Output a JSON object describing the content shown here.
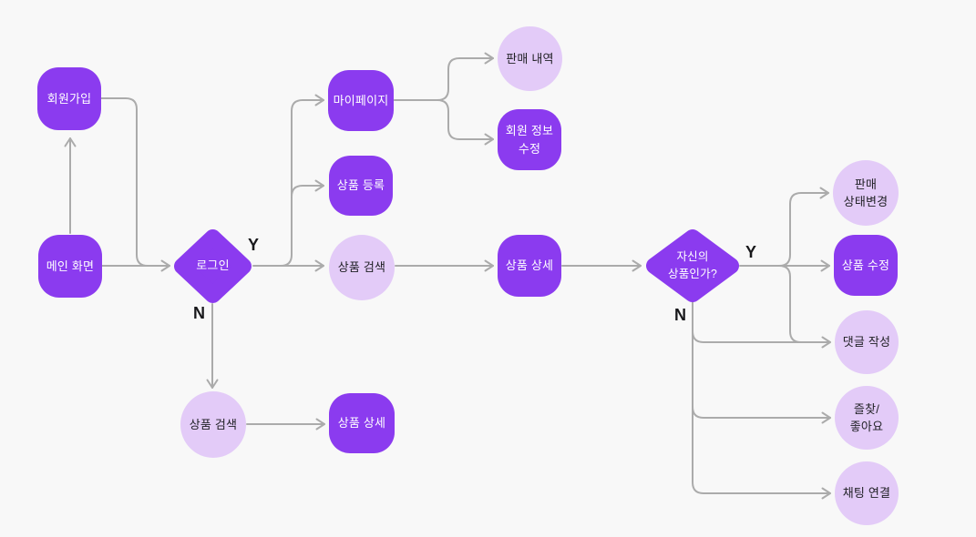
{
  "diagram": {
    "type": "flowchart",
    "language": "ko",
    "colors": {
      "background": "#F8F8F8",
      "node_purple": "#8B3BEF",
      "node_lavender": "#E3CBF8",
      "connector_gray": "#ABABAB",
      "text_on_purple": "#FFFFFF",
      "text_dark": "#212126"
    },
    "nodes": [
      {
        "id": "signup",
        "label": "회원가입",
        "shape": "rounded-square",
        "fill": "purple"
      },
      {
        "id": "main-screen",
        "label": "메인 화면",
        "shape": "rounded-square",
        "fill": "purple"
      },
      {
        "id": "login",
        "label": "로그인",
        "shape": "diamond",
        "fill": "purple"
      },
      {
        "id": "mypage",
        "label": "마이페이지",
        "shape": "rounded-square",
        "fill": "purple"
      },
      {
        "id": "product-register",
        "label": "상품 등록",
        "shape": "rounded-square",
        "fill": "purple"
      },
      {
        "id": "product-search-y",
        "label": "상품 검색",
        "shape": "circle",
        "fill": "lavender"
      },
      {
        "id": "sales-history",
        "label": "판매 내역",
        "shape": "circle",
        "fill": "lavender"
      },
      {
        "id": "member-info-edit",
        "label": "회원 정보\n수정",
        "shape": "rounded-square",
        "fill": "purple"
      },
      {
        "id": "product-detail",
        "label": "상품 상세",
        "shape": "rounded-square",
        "fill": "purple"
      },
      {
        "id": "own-product-question",
        "label": "자신의\n상품인가?",
        "shape": "diamond",
        "fill": "purple"
      },
      {
        "id": "sale-status-change",
        "label": "판매\n상태변경",
        "shape": "circle",
        "fill": "lavender"
      },
      {
        "id": "product-edit",
        "label": "상품 수정",
        "shape": "rounded-square",
        "fill": "purple"
      },
      {
        "id": "comment-write",
        "label": "댓글 작성",
        "shape": "circle",
        "fill": "lavender"
      },
      {
        "id": "favorite-like",
        "label": "즐찾/\n좋아요",
        "shape": "circle",
        "fill": "lavender"
      },
      {
        "id": "chat-connect",
        "label": "채팅 연결",
        "shape": "circle",
        "fill": "lavender"
      },
      {
        "id": "product-search-n",
        "label": "상품 검색",
        "shape": "circle",
        "fill": "lavender"
      },
      {
        "id": "product-detail-n",
        "label": "상품 상세",
        "shape": "rounded-square",
        "fill": "purple"
      }
    ],
    "branch_labels": {
      "login_yes": "Y",
      "login_no": "N",
      "own_yes": "Y",
      "own_no": "N"
    },
    "edges": [
      {
        "from": "메인 화면",
        "to": "회원가입"
      },
      {
        "from": "회원가입",
        "to": "로그인"
      },
      {
        "from": "메인 화면",
        "to": "로그인"
      },
      {
        "from": "로그인",
        "to": "마이페이지",
        "label": "Y"
      },
      {
        "from": "로그인",
        "to": "상품 등록",
        "label": "Y"
      },
      {
        "from": "로그인",
        "to": "상품 검색",
        "label": "Y"
      },
      {
        "from": "마이페이지",
        "to": "판매 내역"
      },
      {
        "from": "마이페이지",
        "to": "회원 정보 수정"
      },
      {
        "from": "상품 검색",
        "to": "상품 상세"
      },
      {
        "from": "상품 상세",
        "to": "자신의 상품인가?"
      },
      {
        "from": "자신의 상품인가?",
        "to": "판매 상태변경",
        "label": "Y"
      },
      {
        "from": "자신의 상품인가?",
        "to": "상품 수정",
        "label": "Y"
      },
      {
        "from": "자신의 상품인가?",
        "to": "댓글 작성",
        "label": "Y/N"
      },
      {
        "from": "자신의 상품인가?",
        "to": "즐찾/좋아요",
        "label": "N"
      },
      {
        "from": "자신의 상품인가?",
        "to": "채팅 연결",
        "label": "N"
      },
      {
        "from": "로그인",
        "to": "상품 검색",
        "label": "N"
      },
      {
        "from": "상품 검색",
        "to": "상품 상세"
      }
    ]
  }
}
